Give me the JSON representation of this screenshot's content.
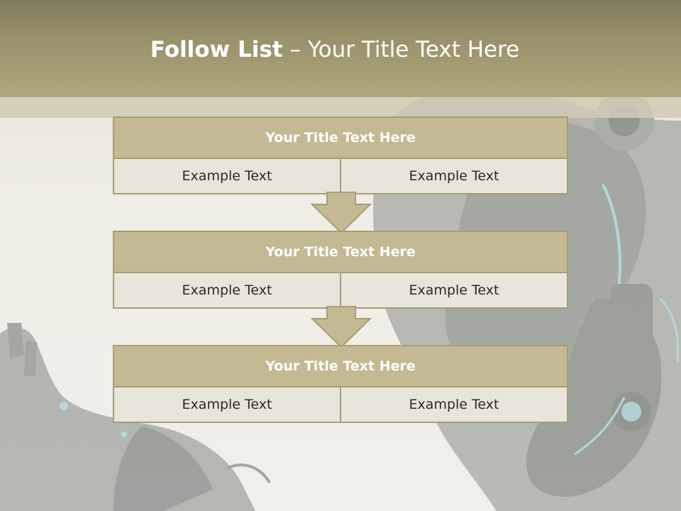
{
  "slide": {
    "title_strong": "Follow List",
    "title_sep": "–",
    "title_rest": "Your Title Text Here"
  },
  "blocks": [
    {
      "title": "Your Title Text Here",
      "left": "Example Text",
      "right": "Example Text"
    },
    {
      "title": "Your Title Text Here",
      "left": "Example Text",
      "right": "Example Text"
    },
    {
      "title": "Your Title Text Here",
      "left": "Example Text",
      "right": "Example Text"
    }
  ],
  "colors": {
    "header": "#978f69",
    "block_title_bg": "#c3b992",
    "block_border": "#a79e75",
    "cell_bg": "#e8e6db"
  }
}
